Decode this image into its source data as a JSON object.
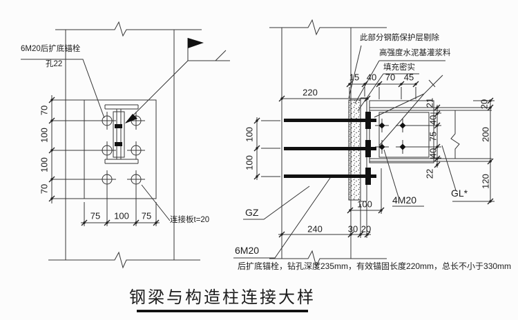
{
  "title": "钢梁与构造柱连接大样",
  "left_detail": {
    "anchor_label": "6M20后扩底锚栓",
    "hole_label": "孔22",
    "plate_label": "连接板t=20",
    "dims_vertical": [
      "70",
      "100",
      "100",
      "70"
    ],
    "dims_horizontal": [
      "75",
      "100",
      "75"
    ]
  },
  "right_detail": {
    "notes": [
      "此部分钢筋保护层剔除",
      "高强度水泥基灌浆料",
      "填充密实"
    ],
    "column_label": "GZ",
    "beam_label": "GL*",
    "beam_bolt_label": "4M20",
    "anchor_bolt_label": "6M20",
    "anchor_bolt_note": "后扩底锚栓，钻孔深度235mm，有效锚固长度220mm，总长不小于330mm",
    "dim_width_top": "220",
    "dims_top": [
      "15",
      "40",
      "70",
      "45"
    ],
    "dims_left": [
      "100",
      "100"
    ],
    "dims_plate_right": [
      "21",
      "40",
      "75",
      "40",
      "22"
    ],
    "dims_far_right": [
      "20",
      "200",
      "120"
    ],
    "dim_face_to_bolt": "100",
    "dims_bottom": [
      "240",
      "30",
      "20"
    ]
  }
}
